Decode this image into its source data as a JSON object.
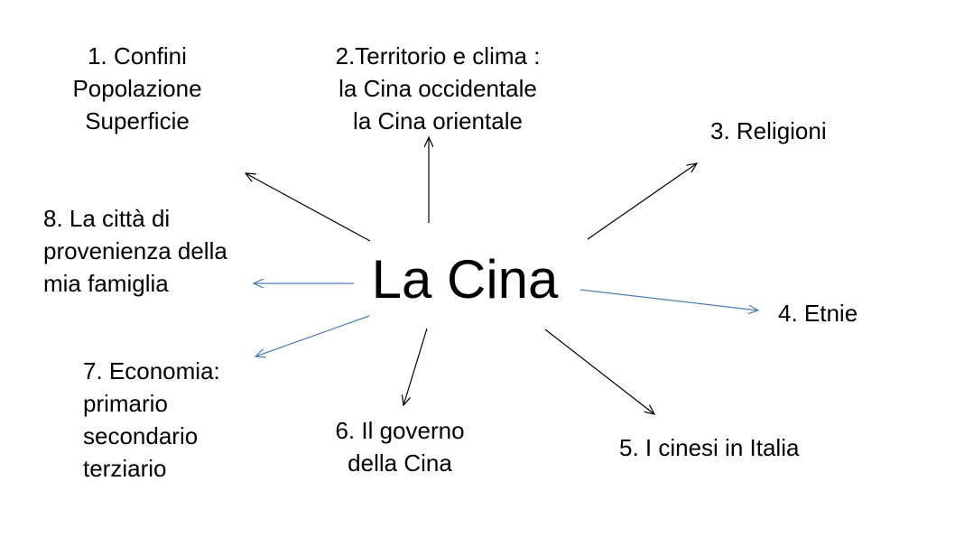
{
  "center": {
    "title": "La Cina"
  },
  "topics": [
    {
      "lines": [
        "1. Confini",
        "Popolazione",
        "Superficie"
      ]
    },
    {
      "lines": [
        "2.Territorio e clima :",
        "la Cina occidentale",
        "la Cina orientale"
      ]
    },
    {
      "lines": [
        "3. Religioni"
      ]
    },
    {
      "lines": [
        "4. Etnie"
      ]
    },
    {
      "lines": [
        "5. I cinesi in Italia"
      ]
    },
    {
      "lines": [
        "6. Il governo",
        "della Cina"
      ]
    },
    {
      "lines": [
        "7. Economia:",
        "primario",
        "secondario",
        "terziario"
      ]
    },
    {
      "lines": [
        "8. La città di",
        "provenienza della",
        "mia famiglia"
      ]
    }
  ],
  "colors": {
    "black_arrow": "#000000",
    "blue_arrow": "#4a7ebb"
  }
}
